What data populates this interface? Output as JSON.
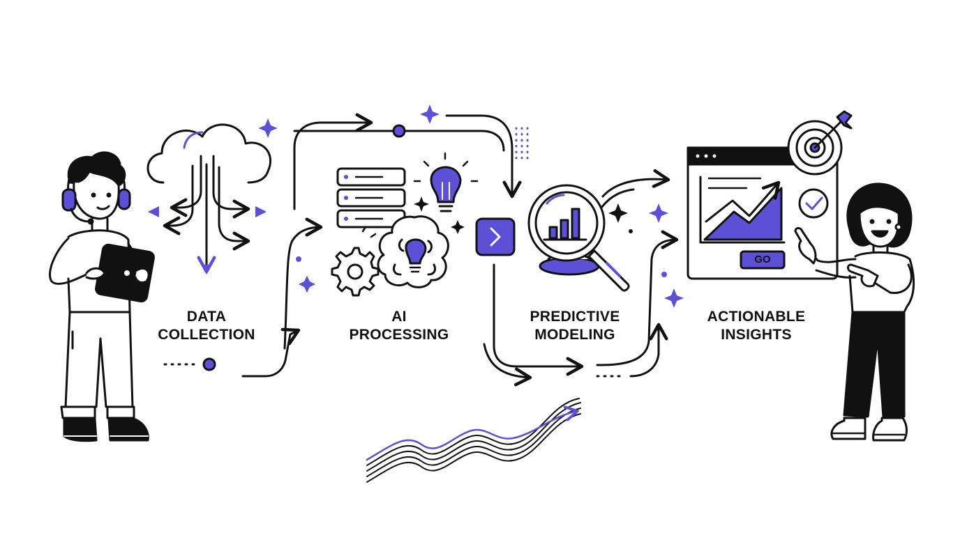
{
  "stages": [
    {
      "id": "data-collection",
      "line1": "DATA",
      "line2": "COLLECTION"
    },
    {
      "id": "ai-processing",
      "line1": "AI",
      "line2": "PROCESSING"
    },
    {
      "id": "predictive-modeling",
      "line1": "PREDICTIVE",
      "line2": "MODELING"
    },
    {
      "id": "actionable-insights",
      "line1": "ACTIONABLE",
      "line2": "INSIGHTS"
    }
  ],
  "dashboard": {
    "button_label": "GO"
  },
  "colors": {
    "accent": "#5b50d6",
    "ink": "#111111",
    "background": "#ffffff"
  },
  "icons": [
    "person-with-headset-icon",
    "tablet-icon",
    "cloud-icon",
    "server-stack-icon",
    "lightbulb-icon",
    "brain-icon",
    "gear-icon",
    "next-arrow-button-icon",
    "magnifier-bar-chart-icon",
    "browser-chart-window-icon",
    "target-icon",
    "checkmark-icon",
    "person-pointing-icon",
    "sparkle-icon",
    "wave-trend-icon"
  ]
}
